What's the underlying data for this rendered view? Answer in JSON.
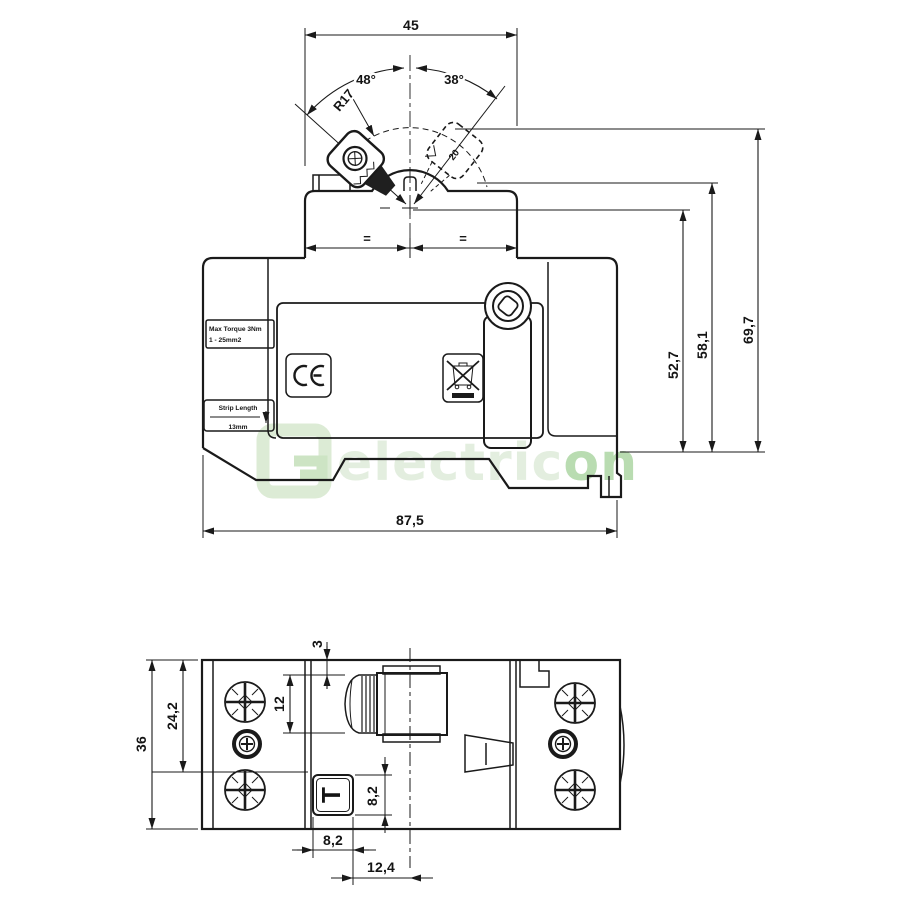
{
  "front_view": {
    "dim_top_width": "45",
    "angle_left": "48°",
    "angle_right": "38°",
    "radius_label": "R17",
    "lever_width": "20",
    "equal_left": "=",
    "equal_right": "=",
    "overall_width": "87,5",
    "height_pivot": "52,7",
    "height_mid": "58,1",
    "height_overall": "69,7",
    "torque_label_line1": "Max Torque 3Nm",
    "torque_label_line2": "1 - 25mm2",
    "strip_label_line1": "Strip Length",
    "strip_label_line2": "13mm",
    "ce_mark": "CE"
  },
  "bottom_view": {
    "overall_height": "36",
    "upper_height": "24,2",
    "switch_height": "12",
    "top_offset": "3",
    "button_height": "8,2",
    "button_width": "8,2",
    "button_center_offset": "12,4",
    "test_button_label": "T"
  },
  "watermark": {
    "brand_light": "electric",
    "brand_accent": "on"
  },
  "colors": {
    "line": "#1a1a1a",
    "watermark_light": "#e3eedf",
    "watermark_accent": "#b9dcb1",
    "logo_green": "#dcebd5"
  }
}
